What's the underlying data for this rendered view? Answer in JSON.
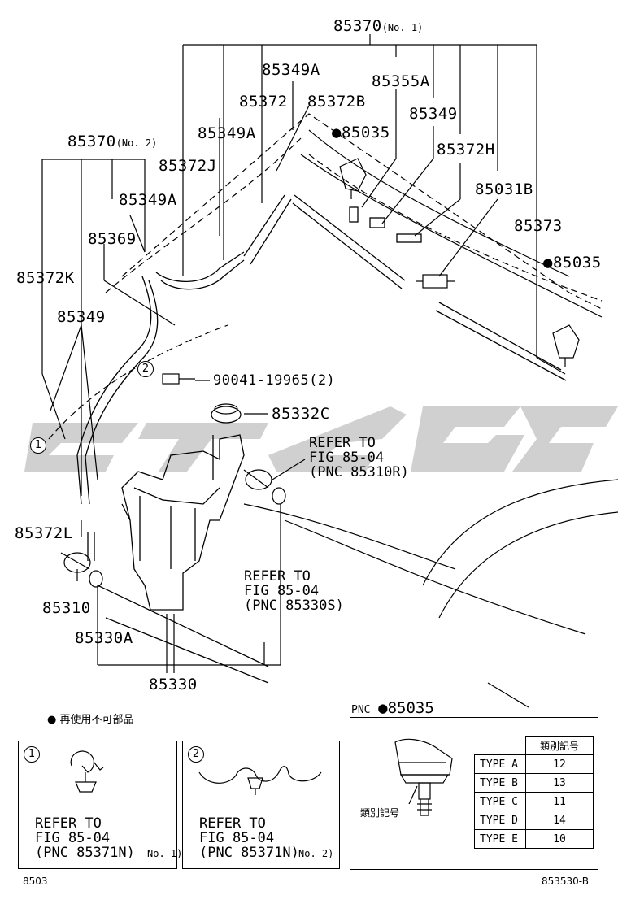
{
  "parts": {
    "p85370_no1": "85370",
    "p85370_no1_sub": "(No. 1)",
    "p85349A_top": "85349A",
    "p85355A": "85355A",
    "p85372": "85372",
    "p85372B": "85372B",
    "p85349": "85349",
    "p85349A_mid": "85349A",
    "p85035_top": "●85035",
    "p85372H": "85372H",
    "p85372J": "85372J",
    "p85031B": "85031B",
    "p85370_no2": "85370",
    "p85370_no2_sub": "(No. 2)",
    "p85349A_left": "85349A",
    "p85373": "85373",
    "p85035_right": "●85035",
    "p85369": "85369",
    "p85372K": "85372K",
    "p85349_left": "85349",
    "p90041": "90041-19965(2)",
    "p85332C": "85332C",
    "p85372L": "85372L",
    "p85310": "85310",
    "p85330A": "85330A",
    "p85330": "85330"
  },
  "refs": {
    "ref1": "REFER TO\nFIG 85-04\n(PNC 85310R)",
    "ref2": "REFER TO\nFIG 85-04\n(PNC 85330S)",
    "ref3": "REFER TO\nFIG 85-04\n(PNC 85371N)",
    "ref3_sub": "No. 1)",
    "ref4": "REFER TO\nFIG 85-04\n(PNC 85371N)",
    "ref4_sub": "No. 2)"
  },
  "callouts": {
    "c1": "1",
    "c2": "2",
    "inset1": "1",
    "inset2": "2"
  },
  "legend": {
    "note": "● 再使用不可部品"
  },
  "pnc_box": {
    "title_prefix": "PNC",
    "title_part": "●85035",
    "part_label": "類別記号",
    "table_header": "類別記号",
    "rows": [
      {
        "type": "TYPE A",
        "code": "12"
      },
      {
        "type": "TYPE B",
        "code": "13"
      },
      {
        "type": "TYPE C",
        "code": "11"
      },
      {
        "type": "TYPE D",
        "code": "14"
      },
      {
        "type": "TYPE E",
        "code": "10"
      }
    ]
  },
  "footer": {
    "left": "8503",
    "right": "853530-B"
  },
  "watermark": {
    "color": "#c8c8c8"
  }
}
